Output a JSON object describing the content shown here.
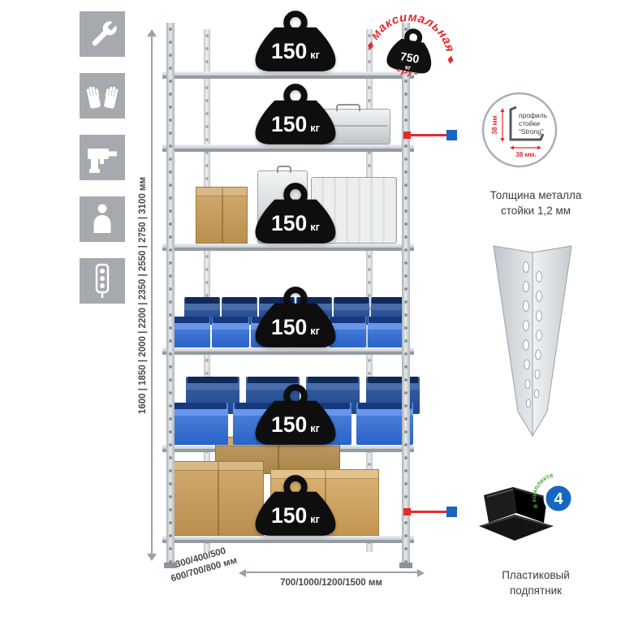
{
  "colors": {
    "accent_red": "#e42a30",
    "accent_blue": "#1766c2",
    "bin_blue": "#2e6fd6",
    "icon_bg": "#a6a9ad",
    "metal_grey": "#ccd1d5",
    "badge_green": "#4aa237"
  },
  "left_icons": [
    "wrench",
    "work-gloves",
    "drill",
    "person",
    "power-strip"
  ],
  "stamp": {
    "line1": "максимальная",
    "line2": "нагрузка",
    "weight_value": "750",
    "weight_unit": "кг"
  },
  "shelf_load": {
    "value": "150",
    "unit": "кг",
    "shelf_count": 6
  },
  "dimensions": {
    "height": "1600 | 1850 | 2000 | 2200 | 2350 | 2550 | 2750 | 3100 мм",
    "depth_line1": "300/400/500",
    "depth_line2": "600/700/800 мм",
    "width": "700/1000/1200/1500 мм"
  },
  "profile_detail": {
    "label_line1": "профиль",
    "label_line2": "стойки",
    "label_line3": "“Strong”",
    "dim_vertical": "38 мм",
    "dim_horizontal": "38 мм.",
    "caption_line1": "Толщина металла",
    "caption_line2": "стойки 1,2 мм"
  },
  "foot_detail": {
    "badge_value": "4",
    "badge_text": "в комплекте",
    "caption_line1": "Пластиковый",
    "caption_line2": "подпятник"
  }
}
